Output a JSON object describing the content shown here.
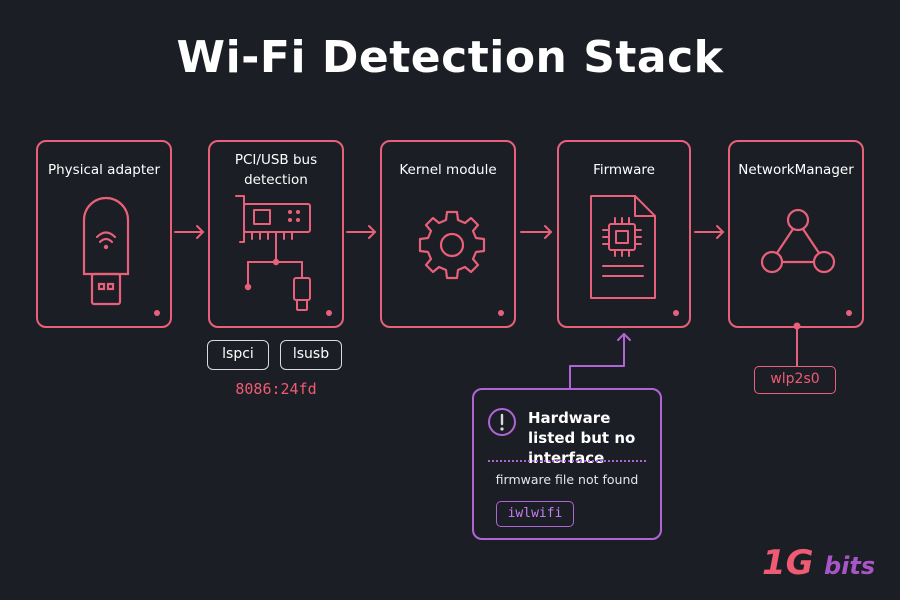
{
  "title": "Wi-Fi Detection Stack",
  "stages": [
    {
      "label": "Physical adapter",
      "icon": "usb-wifi-adapter-icon"
    },
    {
      "label": "PCI/USB bus detection",
      "icon": "bus-card-icon"
    },
    {
      "label": "Kernel module",
      "icon": "gear-icon"
    },
    {
      "label": "Firmware",
      "icon": "firmware-chip-file-icon"
    },
    {
      "label": "NetworkManager",
      "icon": "network-graph-icon"
    }
  ],
  "bus_commands": [
    "lspci",
    "lsusb"
  ],
  "device_id": "8086:24fd",
  "interface_name": "wlp2s0",
  "warning": {
    "icon": "exclamation-icon",
    "title": "Hardware listed but no interface",
    "detail": "firmware file not found",
    "module": "iwlwifi"
  },
  "logo_text": "1Gbits",
  "colors": {
    "background": "#1c1e25",
    "accent": "#e8607a",
    "warning": "#b065d6",
    "text": "#ffffff"
  }
}
